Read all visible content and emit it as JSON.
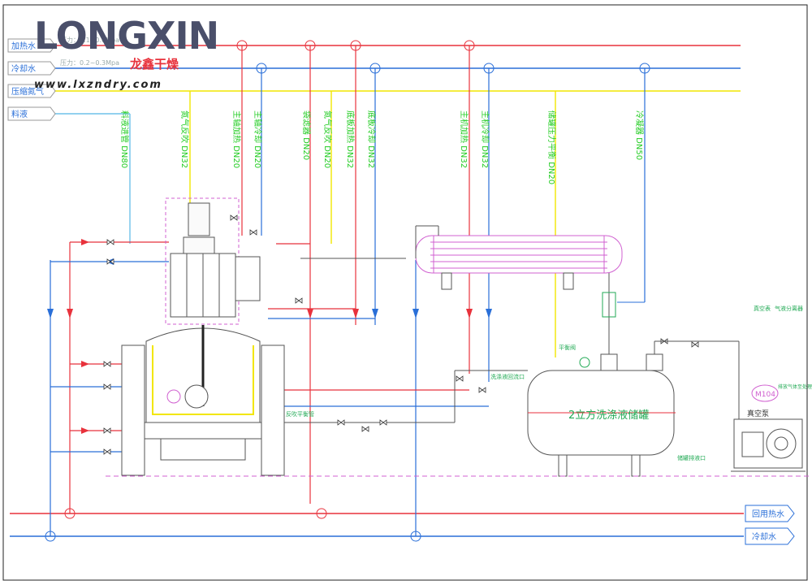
{
  "brand": {
    "name": "LONGXIN",
    "slogan": "龙鑫干燥",
    "url": "www.lxzndry.com"
  },
  "header_lines": {
    "heating": "加热水",
    "heating_pressure": "压力：0.1~0.6Mpa",
    "cooling": "冷却水",
    "cooling_pressure": "压力：0.2~0.3Mpa",
    "nitrogen": "压缩氮气",
    "liquid": "料液"
  },
  "footer_lines": {
    "return_hot": "回用热水",
    "cooling": "冷却水"
  },
  "branch_labels": [
    "料液进管 DN80",
    "氮气反吹 DN32",
    "主轴加热 DN20",
    "主轴冷却 DN20",
    "袋滤器 DN20",
    "氮气反吹 DN20",
    "底板加热 DN32",
    "底板冷却 DN32",
    "主机加热 DN32",
    "主机冷却 DN32",
    "储罐压力平衡 DN20",
    "冷凝器 DN50"
  ],
  "equipment": {
    "tank": "2立方洗涤液储罐",
    "pump_tag": "M104",
    "pump": "真空泵",
    "vacuum_gauge": "真空表",
    "gas_liquid_sep": "气液分离器",
    "gas_outlet": "排放气体至处理",
    "return_pipe": "洗涤液回流口",
    "drain": "储罐排液口",
    "balance_valve": "平衡阀",
    "back_press": "反吹平衡管"
  },
  "colors": {
    "heating": "#e8323c",
    "cooling": "#2a6fd8",
    "nitrogen": "#f2e600",
    "liquid": "#6fc2ea",
    "label": "#22cc22",
    "equipment": "#555555",
    "pink": "#d060d0"
  }
}
